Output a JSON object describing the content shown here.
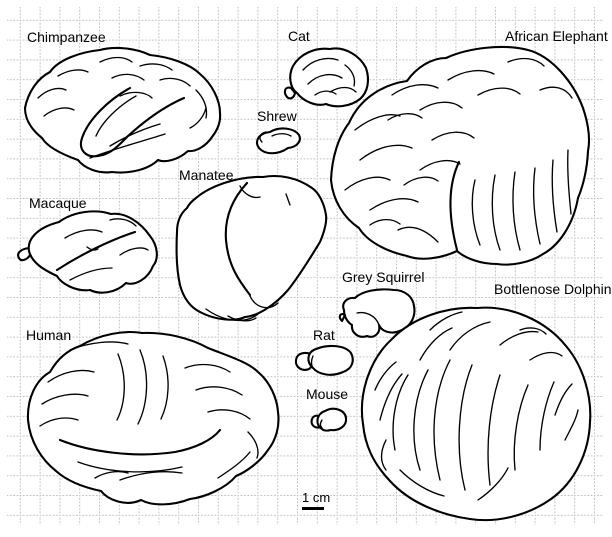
{
  "diagram": {
    "colors": {
      "background": "#ffffff",
      "line": "#000000",
      "grid": "#bfbfbf"
    },
    "specimens": [
      {
        "id": "chimpanzee",
        "label": "Chimpanzee"
      },
      {
        "id": "cat",
        "label": "Cat"
      },
      {
        "id": "african-elephant",
        "label": "African Elephant"
      },
      {
        "id": "shrew",
        "label": "Shrew"
      },
      {
        "id": "manatee",
        "label": "Manatee"
      },
      {
        "id": "macaque",
        "label": "Macaque"
      },
      {
        "id": "grey-squirrel",
        "label": "Grey Squirrel"
      },
      {
        "id": "bottlenose-dolphin",
        "label": "Bottlenose Dolphin"
      },
      {
        "id": "human",
        "label": "Human"
      },
      {
        "id": "rat",
        "label": "Rat"
      },
      {
        "id": "mouse",
        "label": "Mouse"
      }
    ],
    "scale_bar": {
      "label": "1 cm"
    }
  }
}
